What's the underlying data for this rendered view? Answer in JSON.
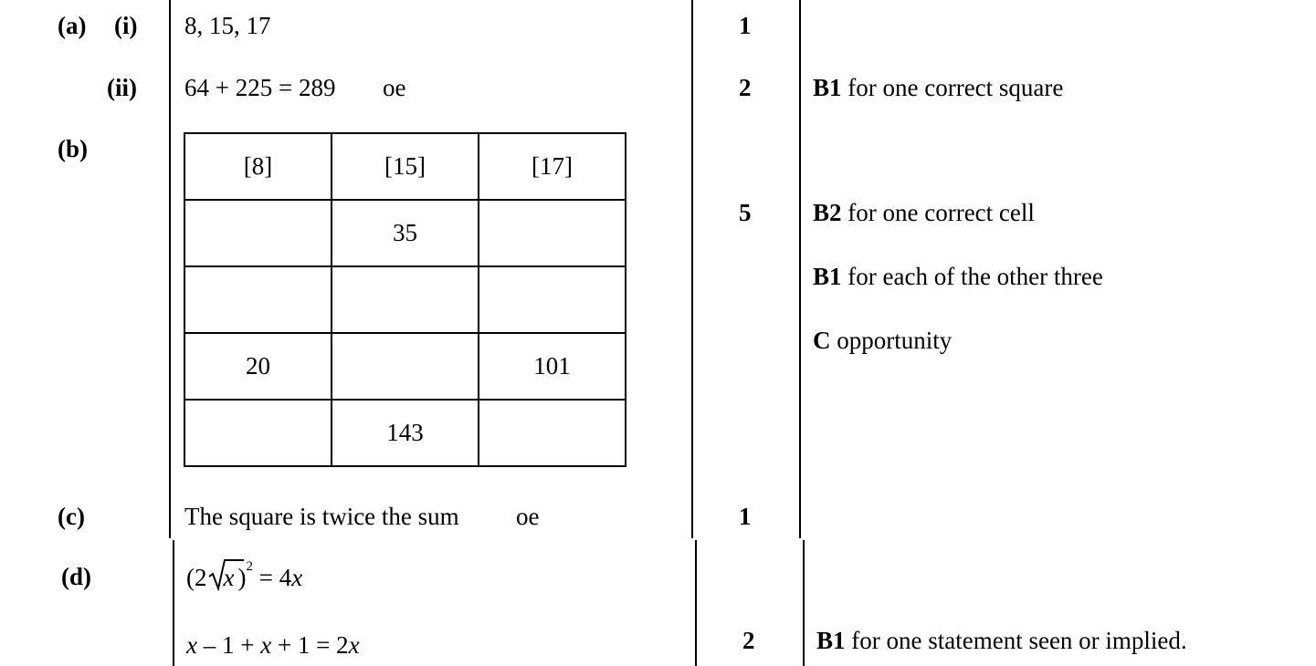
{
  "parts": {
    "a": "(a)",
    "a_i": "(i)",
    "a_ii": "(ii)",
    "b": "(b)",
    "c": "(c)",
    "d": "(d)"
  },
  "answers": {
    "a_i": "8, 15, 17",
    "a_ii": "64 + 225 = 289",
    "a_ii_oe": "oe",
    "c": "The square is twice the sum",
    "c_oe": "oe",
    "d_line1": {
      "open": "(2",
      "radicand": "x",
      "close": ")",
      "exponent": "2",
      "equals": " = 4",
      "var": "x"
    },
    "d_line2": {
      "x1": "x",
      "mid": " – 1 + ",
      "x2": "x",
      "end": " + 1 = 2",
      "x3": "x"
    }
  },
  "table": {
    "rows": [
      [
        "[8]",
        "[15]",
        "[17]"
      ],
      [
        "",
        "35",
        ""
      ],
      [
        "",
        "",
        ""
      ],
      [
        "20",
        "",
        "101"
      ],
      [
        "",
        "143",
        ""
      ]
    ]
  },
  "marks": {
    "a_i": "1",
    "a_ii": "2",
    "b": "5",
    "c": "1",
    "d": "2"
  },
  "guidance": {
    "a_ii": {
      "code": "B1",
      "text": " for one correct square"
    },
    "b1": {
      "code": "B2",
      "text": " for one correct cell"
    },
    "b2": {
      "code": "B1",
      "text": " for each of the other three"
    },
    "b3": {
      "code": "C",
      "text": " opportunity"
    },
    "d": {
      "code": "B1",
      "text": " for one statement seen or implied."
    }
  }
}
